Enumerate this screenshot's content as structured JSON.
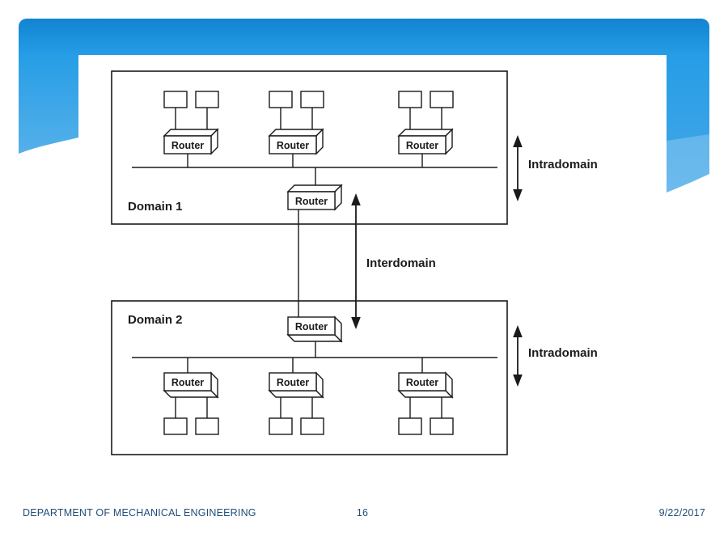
{
  "colors": {
    "band_blue_top": "#1283d1",
    "band_blue_bottom": "#269de6",
    "ribbon_light_blue": "#55b0ea",
    "diagram_line": "#1a1a1a",
    "footer_text": "#1f4e79"
  },
  "diagram": {
    "type": "network-topology",
    "router_label": "Router",
    "domains": [
      {
        "label": "Domain 1",
        "routers_on_backbone": 3,
        "central_routers": 1,
        "hosts": 6
      },
      {
        "label": "Domain 2",
        "routers_on_backbone": 3,
        "central_routers": 1,
        "hosts": 6
      }
    ],
    "annotations": {
      "intradomain_top": "Intradomain",
      "interdomain": "Interdomain",
      "intradomain_bottom": "Intradomain"
    }
  },
  "footer": {
    "department": "DEPARTMENT OF MECHANICAL ENGINEERING",
    "page_number": "16",
    "date": "9/22/2017"
  }
}
